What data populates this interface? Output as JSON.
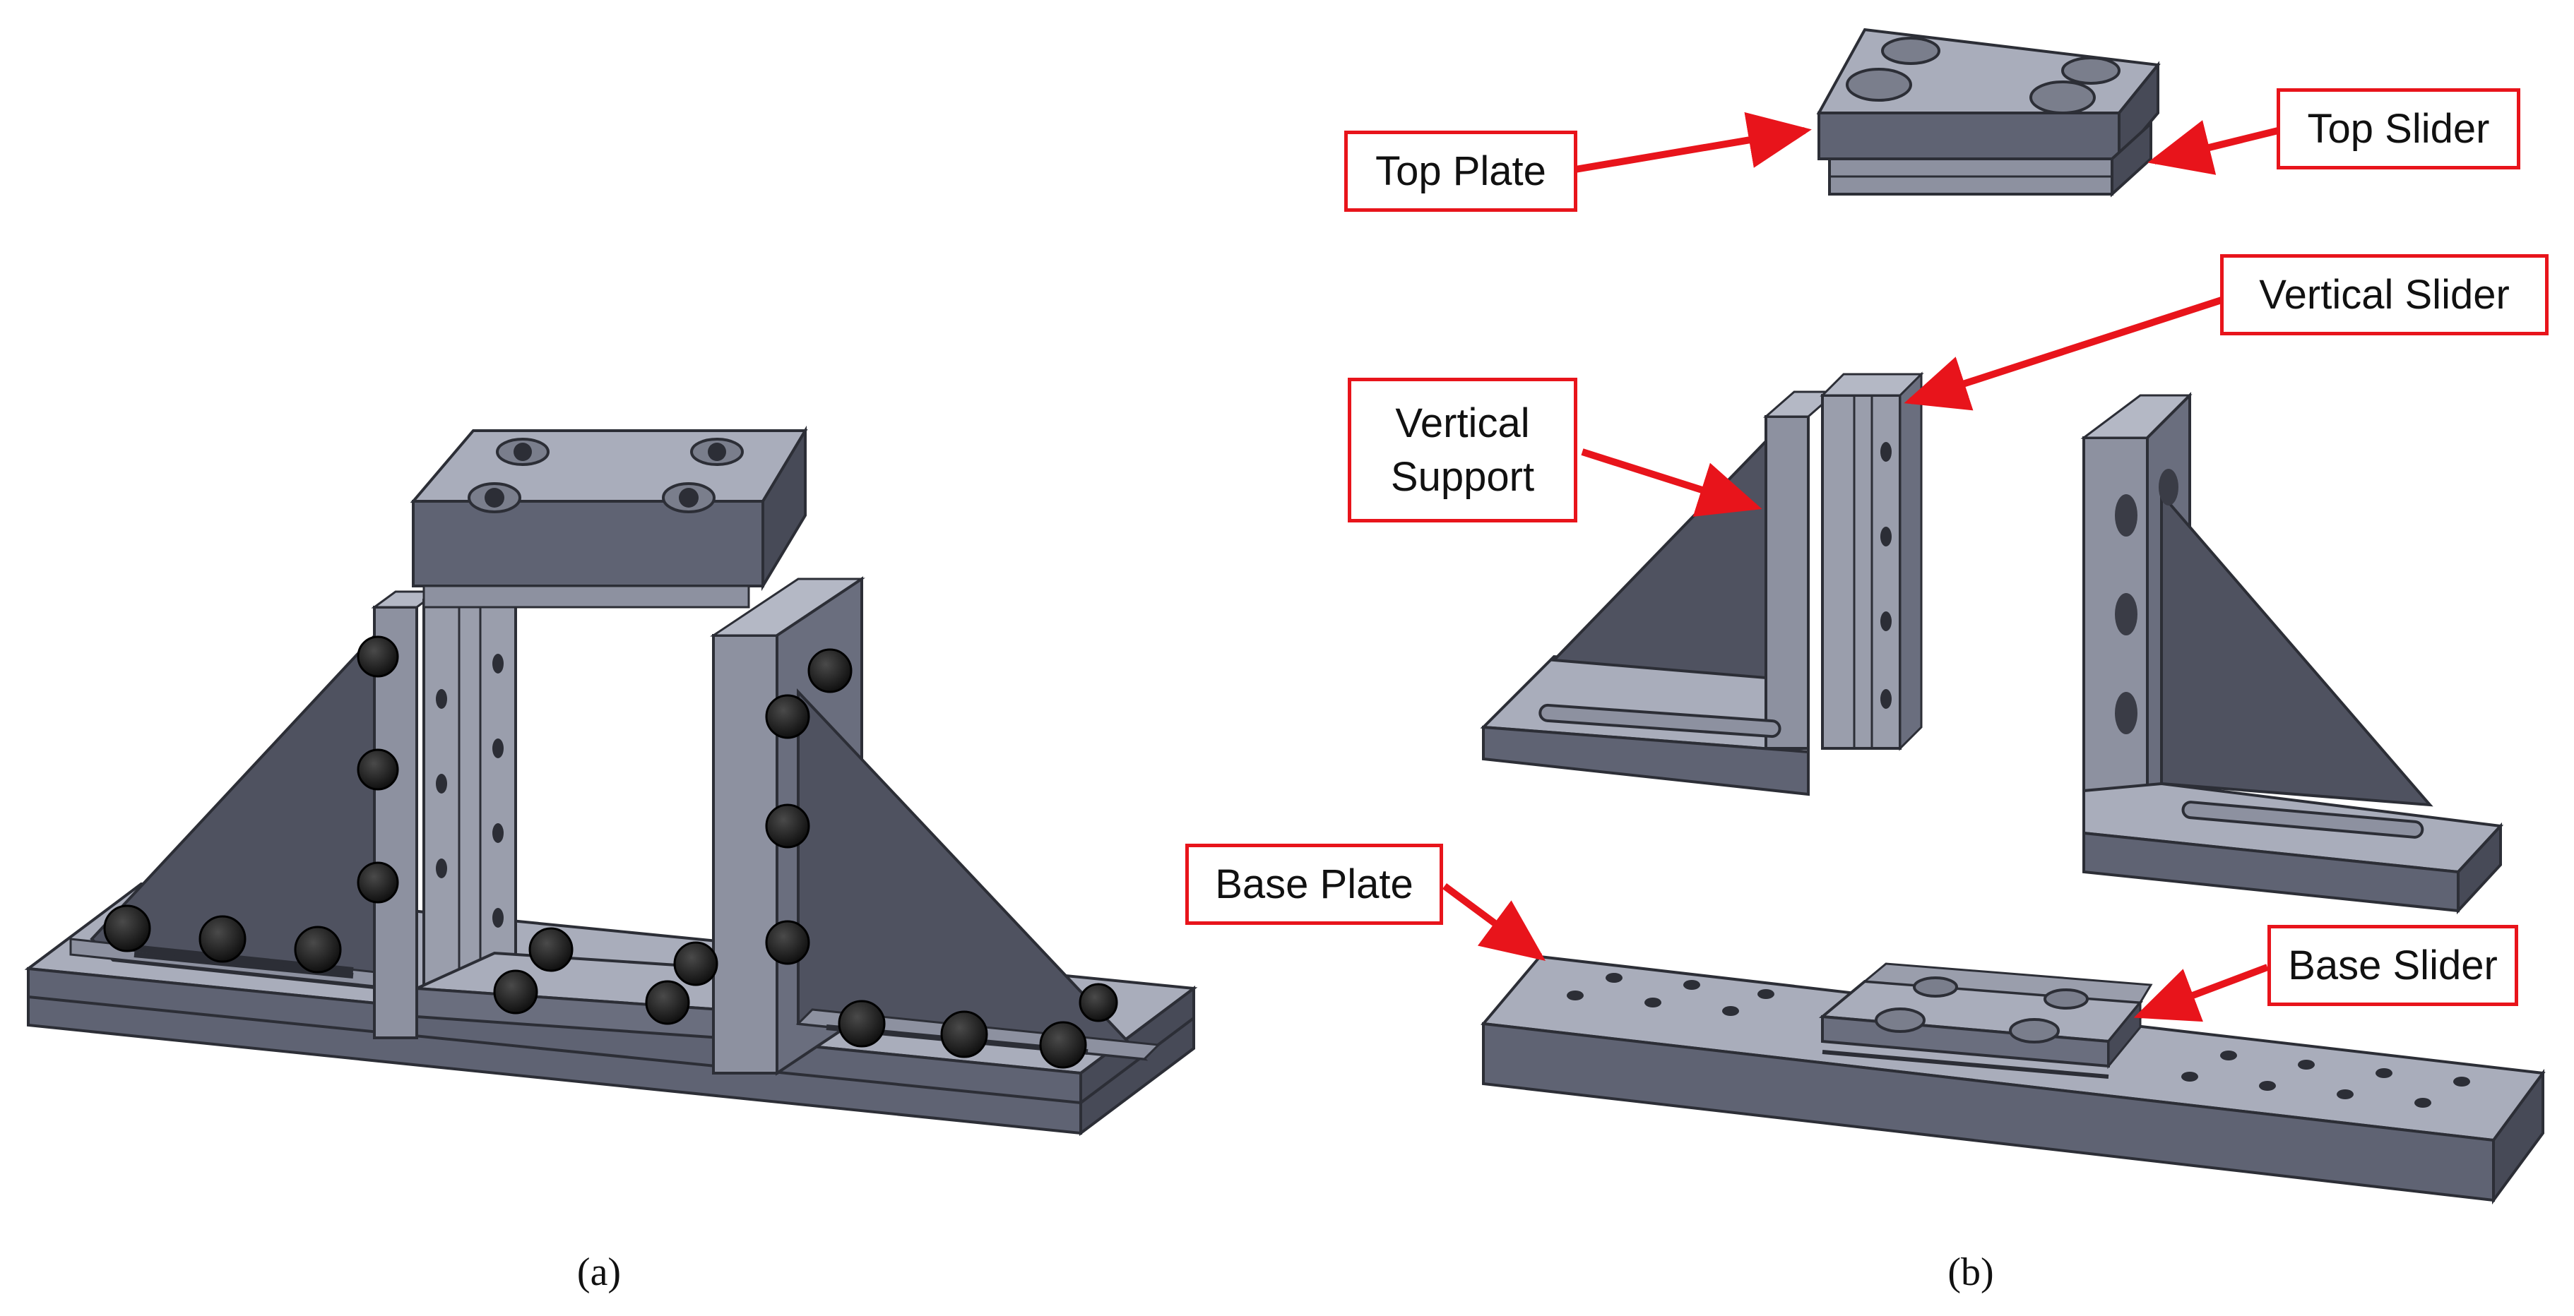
{
  "colors": {
    "callout_border": "#e8141b",
    "arrow": "#e8141b",
    "metal_top": "#a9adbb",
    "metal_front": "#5f6373",
    "metal_side": "#474a57",
    "metal_edge": "#2c2e36",
    "gusset": "#4f5260",
    "screw": "#1a1a1a"
  },
  "captions": {
    "a": "(a)",
    "b": "(b)"
  },
  "labels": {
    "top_plate": "Top Plate",
    "top_slider": "Top Slider",
    "vertical_slider": "Vertical Slider",
    "vertical_support_line1": "Vertical",
    "vertical_support_line2": "Support",
    "base_plate": "Base Plate",
    "base_slider": "Base Slider"
  },
  "icons": {
    "screw": "hex-socket-cap-screw",
    "hole": "through-hole",
    "slot": "adjustment-slot"
  }
}
